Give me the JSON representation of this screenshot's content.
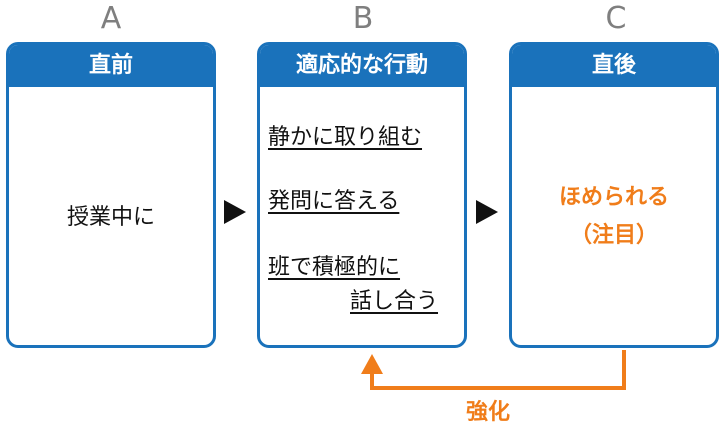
{
  "columns": [
    {
      "letter": "A",
      "header": "直前",
      "body": "授業中に"
    },
    {
      "letter": "B",
      "header": "適応的な行動",
      "behaviors": [
        "静かに取り組む",
        "発問に答える",
        "班で積極的に",
        "話し合う"
      ]
    },
    {
      "letter": "C",
      "header": "直後",
      "result_line1": "ほめられる",
      "result_line2": "（注目）"
    }
  ],
  "feedback_label": "強化",
  "colors": {
    "header_blue": "#1a72bb",
    "accent_orange": "#f07d1a",
    "letter_gray": "#7f7f7f",
    "text": "#111111"
  }
}
